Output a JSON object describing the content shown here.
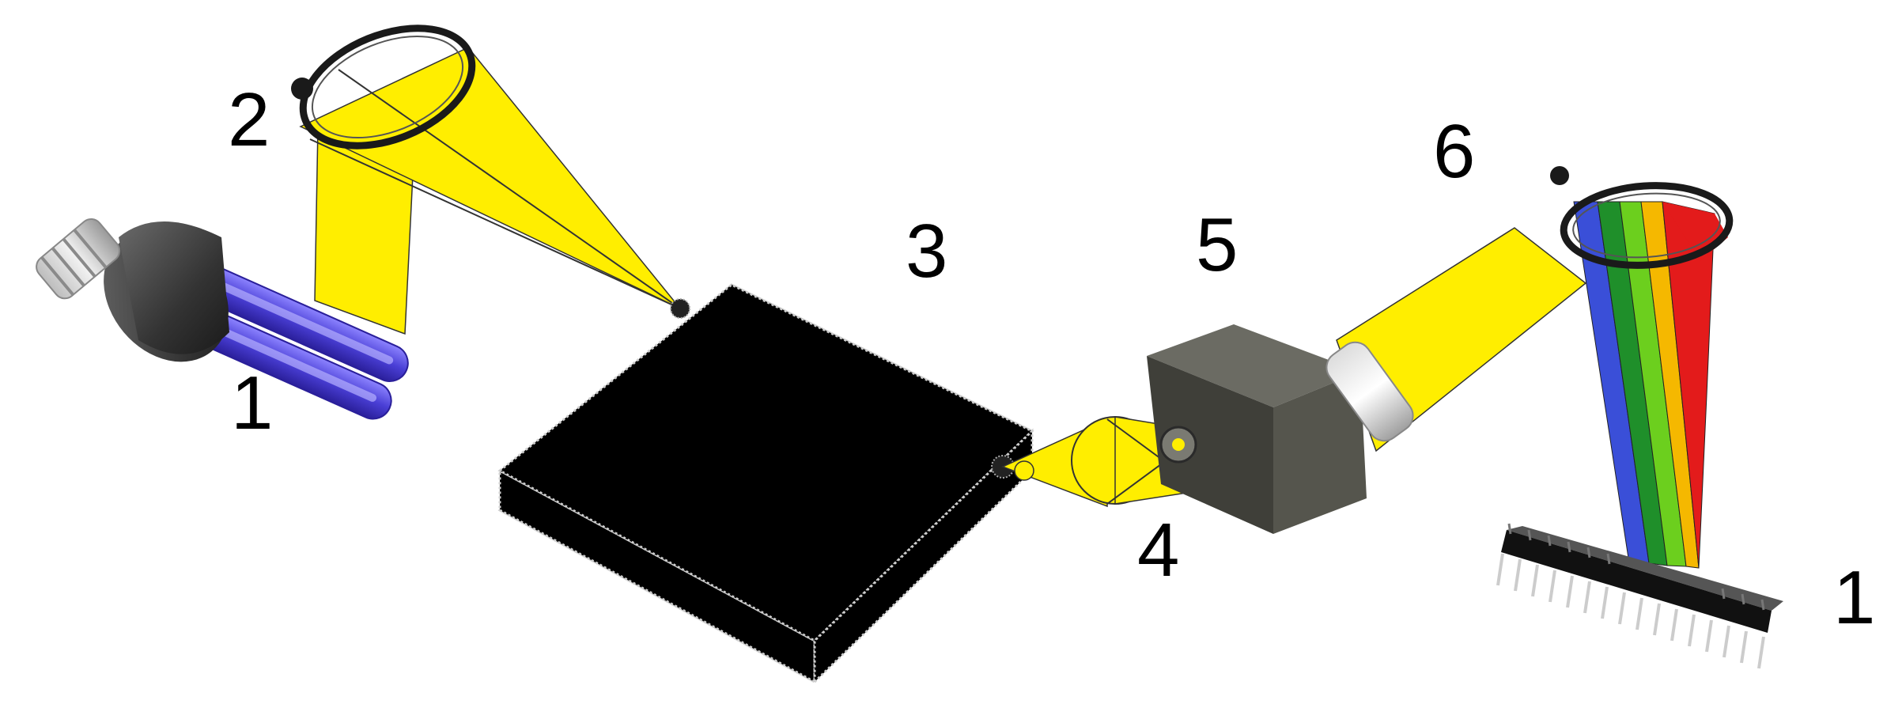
{
  "labels": {
    "uv_lamp": "1",
    "lens_1": "2",
    "sample_box": "3",
    "lens_2": "4",
    "dispersive_element": "5",
    "lens_3": "6",
    "detector_array": "1"
  },
  "colors": {
    "light_beam": "#ffee00",
    "lamp_tube": "#4a3fd6",
    "lamp_base": "#3b3b3b",
    "sample_box": "#000000",
    "prism_block": "#4a4a42",
    "lens_ring": "#1a1a1a",
    "spectrum": [
      "#3a4fd8",
      "#1f8f2a",
      "#6ccf1e",
      "#f5b800",
      "#e31b1b"
    ],
    "detector": "#111111"
  },
  "icons": {
    "uv_lamp": "uv-lamp-icon",
    "lens": "lens-icon",
    "sample_box": "sample-box-icon",
    "dispersive_element": "prism-block-icon",
    "detector_array": "detector-chip-icon"
  }
}
